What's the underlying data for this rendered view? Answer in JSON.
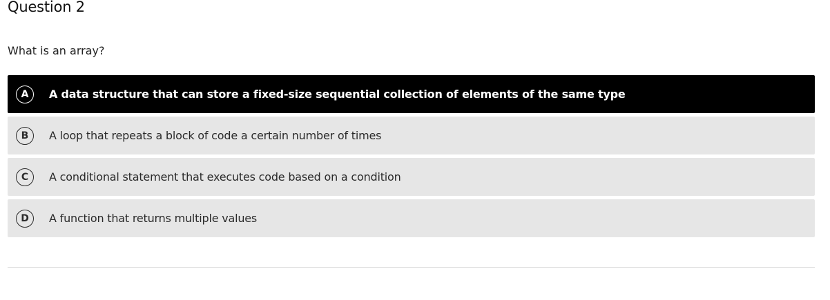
{
  "question": {
    "title": "Question 2",
    "text": "What is an array?"
  },
  "options": [
    {
      "letter": "A",
      "text": "A data structure that can store a fixed-size sequential collection of elements of the same type",
      "selected": true
    },
    {
      "letter": "B",
      "text": "A loop that repeats a block of code a certain number of times",
      "selected": false
    },
    {
      "letter": "C",
      "text": "A conditional statement that executes code based on a condition",
      "selected": false
    },
    {
      "letter": "D",
      "text": "A function that returns multiple values",
      "selected": false
    }
  ],
  "colors": {
    "selected_bg": "#000000",
    "option_bg": "#e6e6e6"
  }
}
